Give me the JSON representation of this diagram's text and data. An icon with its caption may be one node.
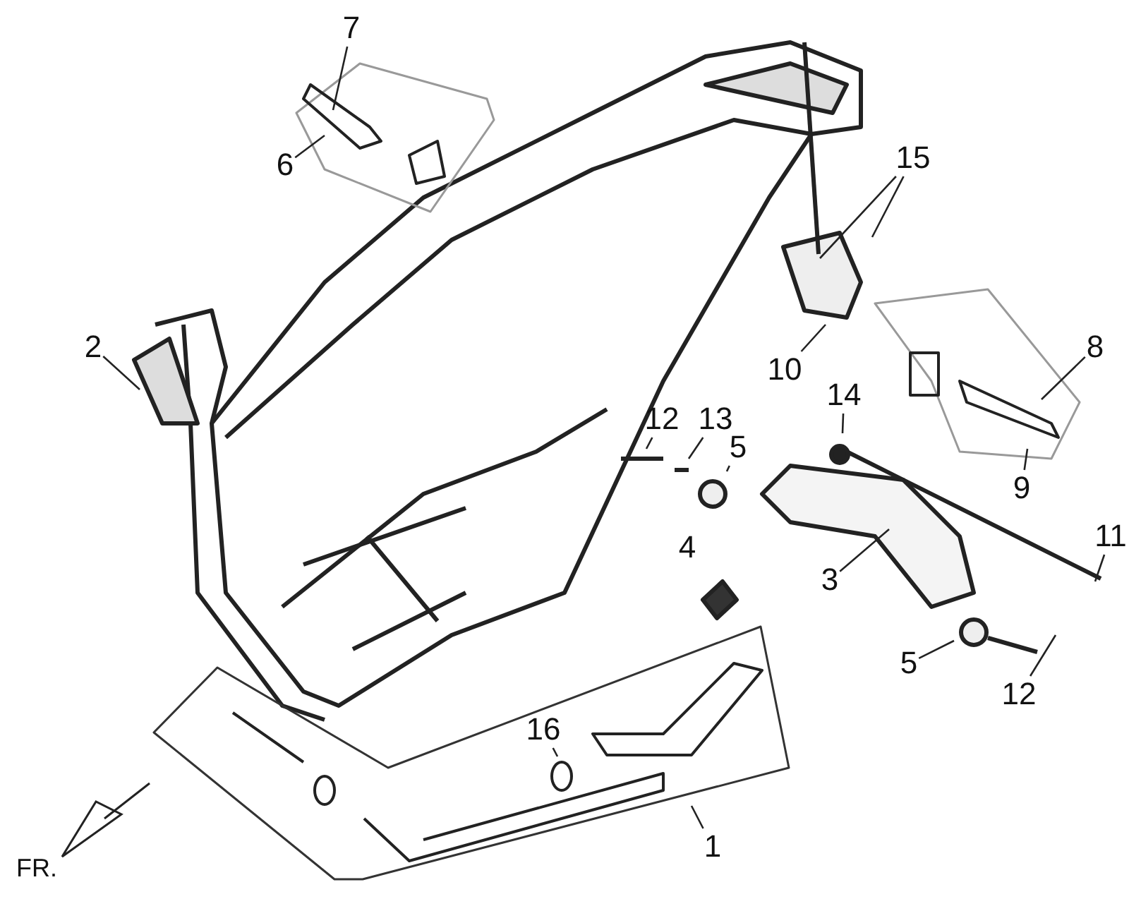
{
  "diagram": {
    "nodes": [
      {
        "text": [
          "7"
        ]
      },
      {
        "text": [
          "15"
        ]
      },
      {
        "text": [
          "6"
        ]
      },
      {
        "text": [
          "2"
        ]
      },
      {
        "text": [
          "10"
        ]
      },
      {
        "text": [
          "8"
        ]
      },
      {
        "text": [
          "14"
        ]
      },
      {
        "text": [
          "12"
        ]
      },
      {
        "text": [
          "13"
        ]
      },
      {
        "text": [
          "5"
        ]
      },
      {
        "text": [
          "9"
        ]
      },
      {
        "text": [
          "11"
        ]
      },
      {
        "text": [
          "3"
        ]
      },
      {
        "text": [
          "5"
        ]
      },
      {
        "text": [
          "12"
        ]
      },
      {
        "text": [
          "16"
        ]
      },
      {
        "text": [
          "1"
        ]
      }
    ],
    "edges": [
      {
        "from": 0,
        "to": null,
        "arrow": "none"
      },
      {
        "from": 1,
        "to": null,
        "arrow": "none"
      },
      {
        "from": 1,
        "to": null,
        "arrow": "none"
      },
      {
        "from": 2,
        "to": null,
        "arrow": "none"
      },
      {
        "from": 3,
        "to": null,
        "arrow": "none"
      },
      {
        "from": 4,
        "to": null,
        "arrow": "none"
      },
      {
        "from": 5,
        "to": null,
        "arrow": "none"
      },
      {
        "from": 6,
        "to": null,
        "arrow": "none"
      },
      {
        "from": 7,
        "to": null,
        "arrow": "none"
      },
      {
        "from": 8,
        "to": null,
        "arrow": "none"
      },
      {
        "from": 9,
        "to": null,
        "arrow": "none"
      },
      {
        "from": 10,
        "to": null,
        "arrow": "none"
      },
      {
        "from": 11,
        "to": null,
        "arrow": "none"
      },
      {
        "from": 12,
        "to": null,
        "arrow": "none"
      },
      {
        "from": 13,
        "to": null,
        "arrow": "none"
      },
      {
        "from": 14,
        "to": null,
        "arrow": "none"
      },
      {
        "from": 15,
        "to": null,
        "arrow": "none"
      },
      {
        "from": 16,
        "to": null,
        "arrow": "none"
      }
    ],
    "labels": [
      "4",
      "FR."
    ]
  }
}
